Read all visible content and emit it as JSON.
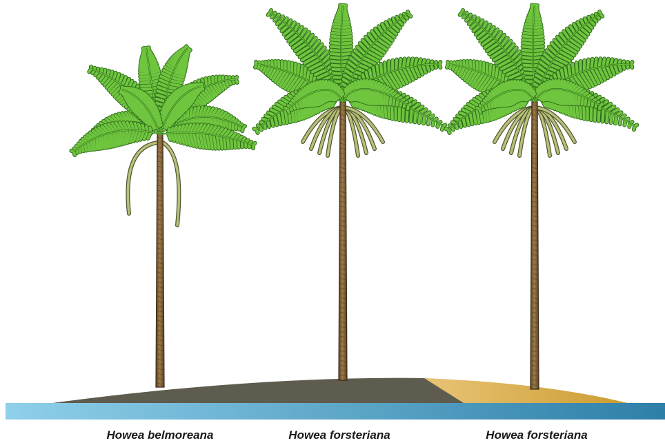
{
  "figure": {
    "trees": [
      {
        "species": "Howea belmoreana",
        "leaf_form": "curved"
      },
      {
        "species": "Howea forsteriana",
        "leaf_form": "straight"
      },
      {
        "species": "Howea forsteriana",
        "leaf_form": "straight"
      }
    ],
    "colors": {
      "leaf": "#6fc53e",
      "leaf_dark": "#2f6b1c",
      "trunk": "#8a6a3e",
      "trunk_dark": "#3b2a16",
      "inflorescence": "#b9bf78",
      "inflorescence_dark": "#4f5230",
      "ground_dark": "#5e5c4e",
      "ground_sand": "#d4ad45",
      "water_light": "#8fd0ea",
      "water_dark": "#2e7fa8"
    }
  }
}
